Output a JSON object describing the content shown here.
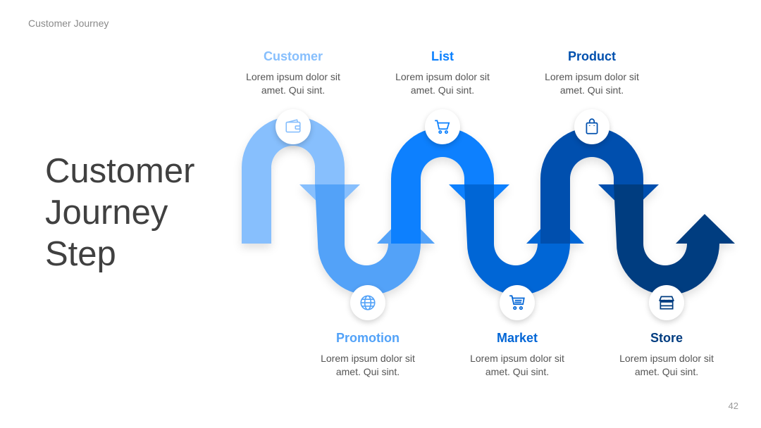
{
  "header": {
    "label": "Customer Journey"
  },
  "title": {
    "line1": "Customer",
    "line2": "Journey",
    "line3": "Step"
  },
  "page_number": "42",
  "steps": [
    {
      "title": "Customer",
      "line1": "Lorem ipsum dolor sit",
      "line2": "amet. Qui sint.",
      "icon": "wallet-icon",
      "color": "#87BFFD"
    },
    {
      "title": "Promotion",
      "line1": "Lorem ipsum dolor sit",
      "line2": "amet. Qui sint.",
      "icon": "globe-icon",
      "color": "#52A2F8"
    },
    {
      "title": "List",
      "line1": "Lorem ipsum dolor sit",
      "line2": "amet. Qui sint.",
      "icon": "cart-icon",
      "color": "#0B80FE"
    },
    {
      "title": "Market",
      "line1": "Lorem ipsum dolor sit",
      "line2": "amet. Qui sint.",
      "icon": "shopping-cart-icon",
      "color": "#0366D6"
    },
    {
      "title": "Product",
      "line1": "Lorem ipsum dolor sit",
      "line2": "amet. Qui sint.",
      "icon": "shopping-bag-icon",
      "color": "#0150AE"
    },
    {
      "title": "Store",
      "line1": "Lorem ipsum dolor sit",
      "line2": "amet. Qui sint.",
      "icon": "store-icon",
      "color": "#003C80"
    }
  ]
}
